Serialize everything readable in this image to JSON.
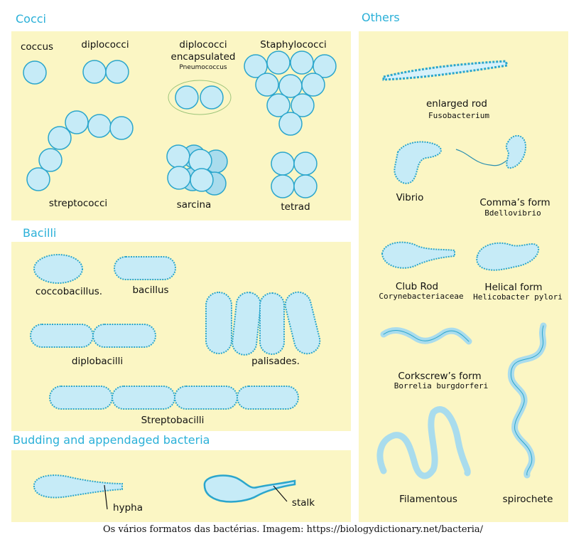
{
  "sections": {
    "cocci": "Cocci",
    "bacilli": "Bacilli",
    "budding": "Budding and appendaged bacteria",
    "others": "Others"
  },
  "cocci": {
    "coccus": "coccus",
    "diplococci": "diplococci",
    "diplococci_encapsulated_1": "diplococci",
    "diplococci_encapsulated_2": "encapsulated",
    "pneumococcus": "Pneumococcus",
    "staphylococci": "Staphylococci",
    "streptococci": "streptococci",
    "sarcina": "sarcina",
    "tetrad": "tetrad"
  },
  "bacilli": {
    "coccobacillus": "coccobacillus.",
    "bacillus": "bacillus",
    "diplobacilli": "diplobacilli",
    "palisades": "palisades.",
    "streptobacilli": "Streptobacilli"
  },
  "budding": {
    "hypha": "hypha",
    "stalk": "stalk"
  },
  "others": {
    "enlarged_rod": "enlarged rod",
    "fusobacterium": "Fusobacterium",
    "vibrio": "Vibrio",
    "comma_form": "Comma’s form",
    "bdellovibrio": "Bdellovibrio",
    "club_rod": "Club Rod",
    "corynebacteriaceae": "Corynebacteriaceae",
    "helical_form": "Helical form",
    "helicobacter": "Helicobacter pylori",
    "corkscrew": "Corkscrew’s form",
    "borrelia": "Borrelia burgdorferi",
    "filamentous": "Filamentous",
    "spirochete": "spirochete"
  },
  "caption": "Os vários formatos das bactérias. Imagem: https://biologydictionary.net/bacteria/",
  "colors": {
    "panel": "#fbf6c4",
    "cell_fill": "#c6ebf7",
    "cell_stroke": "#2ba6cc",
    "section_title": "#2ab0d8"
  }
}
